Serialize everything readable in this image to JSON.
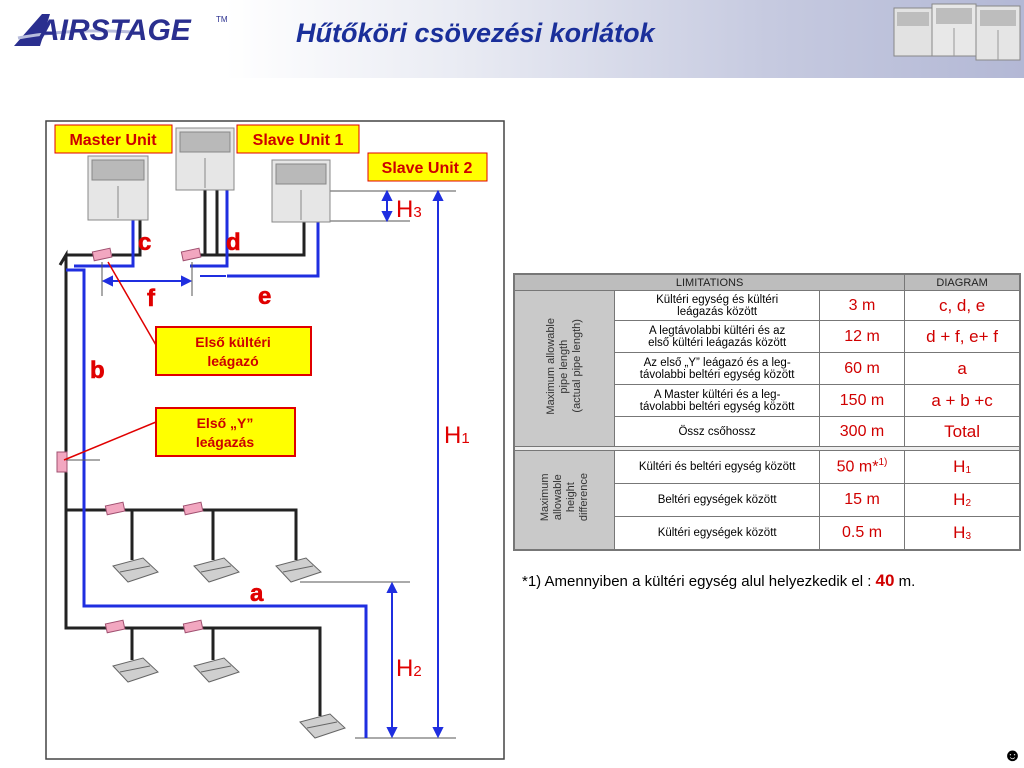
{
  "header": {
    "logo_text": "AIRSTAGE",
    "logo_tm": "TM",
    "title": "Hűtőköri csövezési korlátok"
  },
  "diagram": {
    "master_unit": "Master Unit",
    "slave_unit_1": "Slave Unit 1",
    "slave_unit_2": "Slave Unit 2",
    "first_outdoor_branch": [
      "Első kültéri",
      "leágazó"
    ],
    "first_y_branch": [
      "Első „Y”",
      "leágazás"
    ],
    "letters": {
      "c": "c",
      "d": "d",
      "e": "e",
      "f": "f",
      "b": "b",
      "a": "a"
    },
    "h3": {
      "main": "H",
      "sub": "3"
    },
    "h1": {
      "main": "H",
      "sub": "1"
    },
    "h2": {
      "main": "H",
      "sub": "2"
    }
  },
  "table": {
    "headers": {
      "limitations": "LIMITATIONS",
      "diagram": "DIAGRAM"
    },
    "group1_label": [
      "Maximum allowable",
      "pipe length",
      "(actual pipe length)"
    ],
    "group2_label": [
      "Maximum",
      "allowable",
      "height",
      "difference"
    ],
    "rows1": [
      {
        "desc": [
          "Kültéri egység és kültéri",
          "leágazás között"
        ],
        "value": "3 m",
        "diagram": "c, d, e"
      },
      {
        "desc": [
          "A legtávolabbi kültéri és az",
          "első kültéri leágazás között"
        ],
        "value": "12 m",
        "diagram": "d + f, e+ f"
      },
      {
        "desc": [
          "Az első „Y” leágazó és a leg-",
          "távolabbi beltéri egység között"
        ],
        "value": "60 m",
        "diagram": "a"
      },
      {
        "desc": [
          "A Master kültéri és a leg-",
          "távolabbi beltéri egység között"
        ],
        "value": "150 m",
        "diagram": "a + b +c"
      },
      {
        "desc": [
          "Össz csőhossz"
        ],
        "value": "300 m",
        "diagram": "Total"
      }
    ],
    "rows2": [
      {
        "desc": "Kültéri és beltéri egység között",
        "value": "50 m*",
        "value_sup": "1)",
        "diagram": "H",
        "diagram_sub": "1"
      },
      {
        "desc": "Beltéri egységek között",
        "value": "15 m",
        "diagram": "H",
        "diagram_sub": "2"
      },
      {
        "desc": "Kültéri egységek között",
        "value": "0.5 m",
        "diagram": "H",
        "diagram_sub": "3"
      }
    ]
  },
  "footnote": {
    "prefix": "*1)  Amennyiben a kültéri egység alul helyezkedik el : ",
    "value": "40",
    "unit": " m."
  },
  "smiley": "☻",
  "colors": {
    "title": "#1a2f9a",
    "red": "#d00000",
    "blue_pipe": "#1f2ee0",
    "label_box_bg": "#ffff00",
    "label_box_border": "#e00000"
  }
}
